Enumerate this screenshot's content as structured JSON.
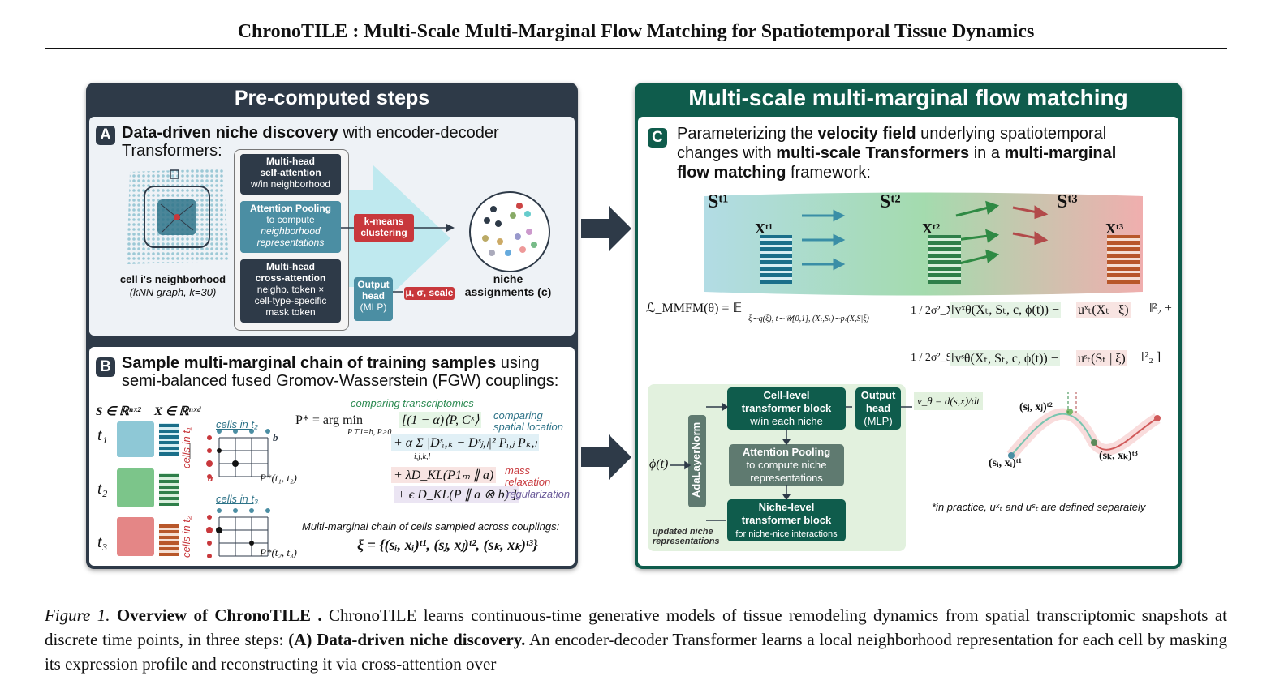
{
  "header": {
    "title": "ChronoTILE : Multi-Scale Multi-Marginal Flow Matching for Spatiotemporal Tissue Dynamics"
  },
  "left_panel": {
    "title": "Pre-computed steps",
    "A": {
      "badge": "A",
      "heading_bold": "Data-driven niche discovery",
      "heading_rest": " with encoder-decoder",
      "heading_line2": "Transformers:",
      "self_attention": {
        "l1": "Multi-head",
        "l2": "self-attention",
        "l3": "w/in neighborhood"
      },
      "attention_pooling": {
        "l1": "Attention Pooling",
        "l2": "to compute",
        "l3": "neighborhood",
        "l4": "representations"
      },
      "cross_attention": {
        "l1": "Multi-head",
        "l2": "cross-attention",
        "l3": "neighb. token ×",
        "l4": "cell-type-specific",
        "l5": "mask token"
      },
      "kmeans": {
        "l1": "k-means",
        "l2": "clustering"
      },
      "output_head": {
        "l1": "Output",
        "l2": "head",
        "l3": "(MLP)"
      },
      "params": "μ, σ, scale",
      "niche_label_1": "niche",
      "niche_label_2": "assignments (c)",
      "cell_label_1": "cell i's neighborhood",
      "cell_label_2": "(kNN graph, k=30)"
    },
    "B": {
      "badge": "B",
      "heading_bold": "Sample multi-marginal chain of training samples",
      "heading_rest": " using",
      "heading_line2": "semi-balanced fused Gromov-Wasserstein (FGW) couplings:",
      "S_space": "S ∈ ℝⁿˣ²",
      "X_space": "X ∈ ℝⁿˣᵈ",
      "t1": "t₁",
      "t2": "t₂",
      "t3": "t₃",
      "cells_in_t2": "cells in t₂",
      "cells_in_t3": "cells in t₃",
      "cells_in_t1": "cells in t₁",
      "cells_in_t2_v": "cells in t₂",
      "a": "a",
      "b": "b",
      "P12": "P*(t₁, t₂)",
      "P23": "P*(t₂, t₃)",
      "comparing_transcriptomics": "comparing transcriptomics",
      "comparing_spatial": "comparing spatial location",
      "mass_relaxation": "mass relaxation",
      "regularization": "regularization",
      "eq_lhs": "P* = arg min",
      "eq_sub": "P⊤1=b, P>0",
      "term1": "[(1 − α)⟨P, Cˣ⟩",
      "term2": "+ α Σ |Dˢᵢ,ₖ − Dˢⱼ,ₗ|² Pᵢ,ⱼ Pₖ,ₗ",
      "term2_sub": "i,j,k,l",
      "term3": "+ λD_KL(P1ₘ ∥ a)",
      "term4": "+ ϵ D_KL(P ∥ a ⊗ b) ]",
      "chain_caption": "Multi-marginal chain of cells sampled across couplings:",
      "chain_eq": "ξ = {(sᵢ, xᵢ)ᵗ¹, (sⱼ, xⱼ)ᵗ², (sₖ, xₖ)ᵗ³}"
    }
  },
  "right_panel": {
    "title": "Multi-scale multi-marginal flow matching",
    "C": {
      "badge": "C",
      "line1_a": "Parameterizing the ",
      "line1_b": "velocity field",
      "line1_c": " underlying spatiotemporal",
      "line2_a": "changes with ",
      "line2_b": "multi-scale Transformers",
      "line2_c": " in a ",
      "line2_d": "multi-marginal",
      "line3_a": "flow matching",
      "line3_b": " framework:"
    },
    "S_t1": "Sᵗ¹",
    "S_t2": "Sᵗ²",
    "S_t3": "Sᵗ³",
    "X_t1": "Xᵗ¹",
    "X_t2": "Xᵗ²",
    "X_t3": "Xᵗ³",
    "loss_lhs": "ℒ_MMFM(θ) = 𝔼",
    "loss_sub": "ξ∼q(ξ), t∼𝒰[0,1], (Xₜ,Sₜ)∼pₜ(X,S|ξ)",
    "loss_frac1": "1 / 2σ²_X",
    "loss_term1": "‖vˣθ(Xₜ, Sₜ, c, ϕ(t)) −",
    "loss_u1": "uˣₜ(Xₜ | ξ)",
    "loss_end1": "‖²₂ +",
    "loss_frac2": "1 / 2σ²_S",
    "loss_term2": "‖vˢθ(Xₜ, Sₜ, c, ϕ(t)) −",
    "loss_u2": "uˢₜ(Sₜ | ξ)",
    "loss_end2": "‖²₂ ]",
    "ada": "AdaLayerNorm",
    "phi": "ϕ(t)",
    "cell_level": {
      "l1": "Cell-level",
      "l2": "transformer block",
      "l3": "w/in each niche"
    },
    "attn_pool": {
      "l1": "Attention Pooling",
      "l2": "to compute niche",
      "l3": "representations"
    },
    "niche_level": {
      "l1": "Niche-level",
      "l2": "transformer block",
      "l3": "for niche-nice interactions"
    },
    "output_head": {
      "l1": "Output",
      "l2": "head",
      "l3": "(MLP)"
    },
    "v_theta": "v_θ = d(s,x)/dt",
    "updated_niche": {
      "l1": "updated niche",
      "l2": "representations"
    },
    "pt_i": "(sᵢ, xᵢ)ᵗ¹",
    "pt_j": "(sⱼ, xⱼ)ᵗ²",
    "pt_k": "(sₖ, xₖ)ᵗ³",
    "note": "*in practice, uˣₜ and uˢₜ are defined separately"
  },
  "caption": {
    "fig": "Figure 1.",
    "bold1": "Overview of ChronoTILE .",
    "text1": " ChronoTILE  learns continuous-time generative models of tissue remodeling dynamics from spatial transcriptomic snapshots at discrete time points, in three steps:",
    "bold2": "(A) Data-driven niche discovery.",
    "text2": " An encoder-decoder Transformer learns a local neighborhood representation for each cell by masking its expression profile and reconstructing it via cross-attention over"
  },
  "colors": {
    "dark": "#2e3a48",
    "green": "#0f5c4c",
    "teal": "#4b8ea3",
    "red": "#c8383c",
    "cyan_arrow": "#bfe9ef"
  }
}
